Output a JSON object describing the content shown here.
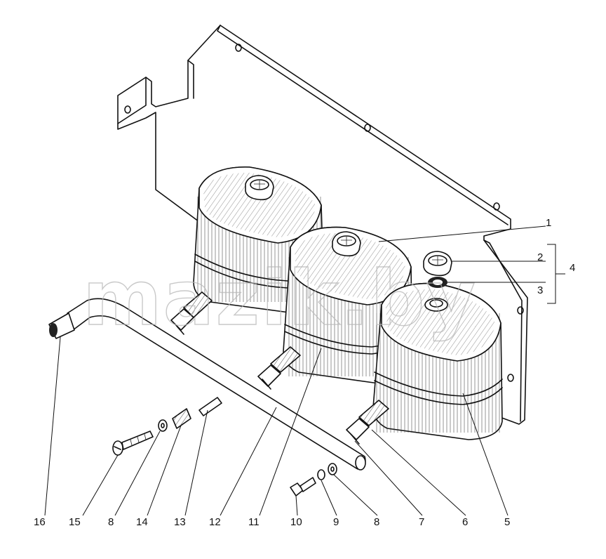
{
  "watermark": "mazik.by",
  "callouts": [
    {
      "id": "c1",
      "text": "1"
    },
    {
      "id": "c2",
      "text": "2"
    },
    {
      "id": "c3",
      "text": "3"
    },
    {
      "id": "c4",
      "text": "4"
    },
    {
      "id": "c5",
      "text": "5"
    },
    {
      "id": "c6",
      "text": "6"
    },
    {
      "id": "c7",
      "text": "7"
    },
    {
      "id": "c8a",
      "text": "8"
    },
    {
      "id": "c8b",
      "text": "8"
    },
    {
      "id": "c9",
      "text": "9"
    },
    {
      "id": "c10",
      "text": "10"
    },
    {
      "id": "c11",
      "text": "11"
    },
    {
      "id": "c12",
      "text": "12"
    },
    {
      "id": "c13",
      "text": "13"
    },
    {
      "id": "c14",
      "text": "14"
    },
    {
      "id": "c15",
      "text": "15"
    },
    {
      "id": "c16",
      "text": "16"
    }
  ]
}
